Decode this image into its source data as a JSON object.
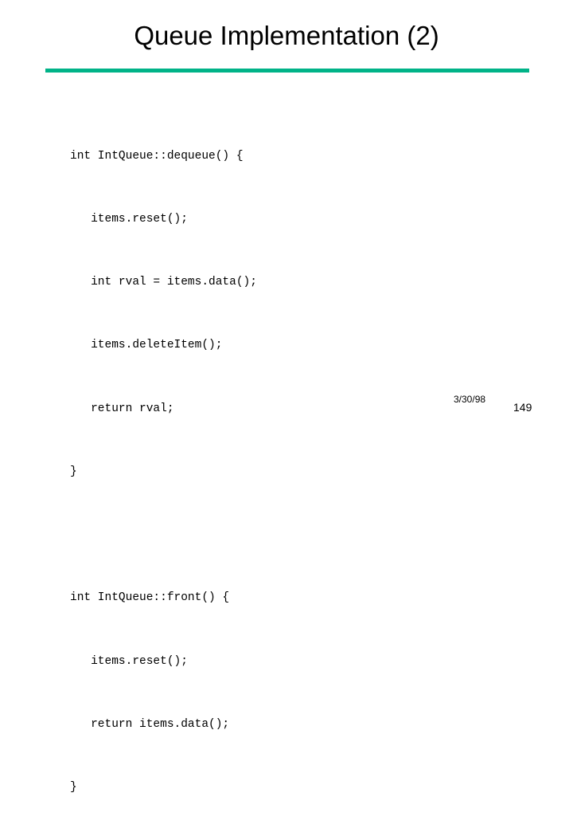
{
  "slide": {
    "title": "Queue Implementation (2)",
    "accent_color": "#00b388",
    "code_lines": [
      "int IntQueue::dequeue() {",
      "   items.reset();",
      "   int rval = items.data();",
      "   items.deleteItem();",
      "   return rval;",
      "}",
      "",
      "int IntQueue::front() {",
      "   items.reset();",
      "   return items.data();",
      "}"
    ],
    "footer": {
      "date": "3/30/98",
      "page_number": "149"
    }
  }
}
